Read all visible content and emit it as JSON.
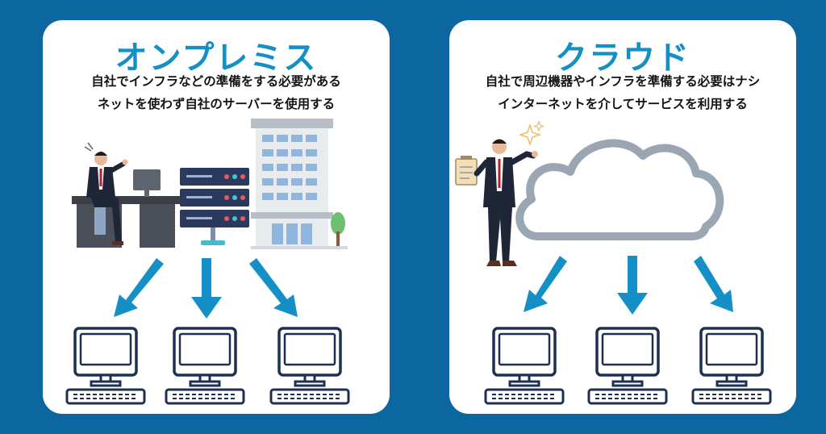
{
  "left_panel": {
    "title": "オンプレミス",
    "line1": "自社でインフラなどの準備をする必要がある",
    "line2": "ネットを使わず自社のサーバーを使用する"
  },
  "right_panel": {
    "title": "クラウド",
    "line1": "自社で周辺機器やインフラを準備する必要はナシ",
    "line2": "インターネットを介してサービスを利用する"
  },
  "colors": {
    "background": "#0c66a0",
    "panel": "#ffffff",
    "title": "#1590c6",
    "arrow": "#1590c6",
    "computer_outline": "#1e3050",
    "server": "#2a3a5e",
    "cloud_outline": "#9aa6b2"
  },
  "icons": [
    "businessman-at-desk",
    "server-rack",
    "office-building",
    "businessman-with-clipboard",
    "cloud-icon",
    "arrow-icon",
    "desktop-computer-icon"
  ]
}
